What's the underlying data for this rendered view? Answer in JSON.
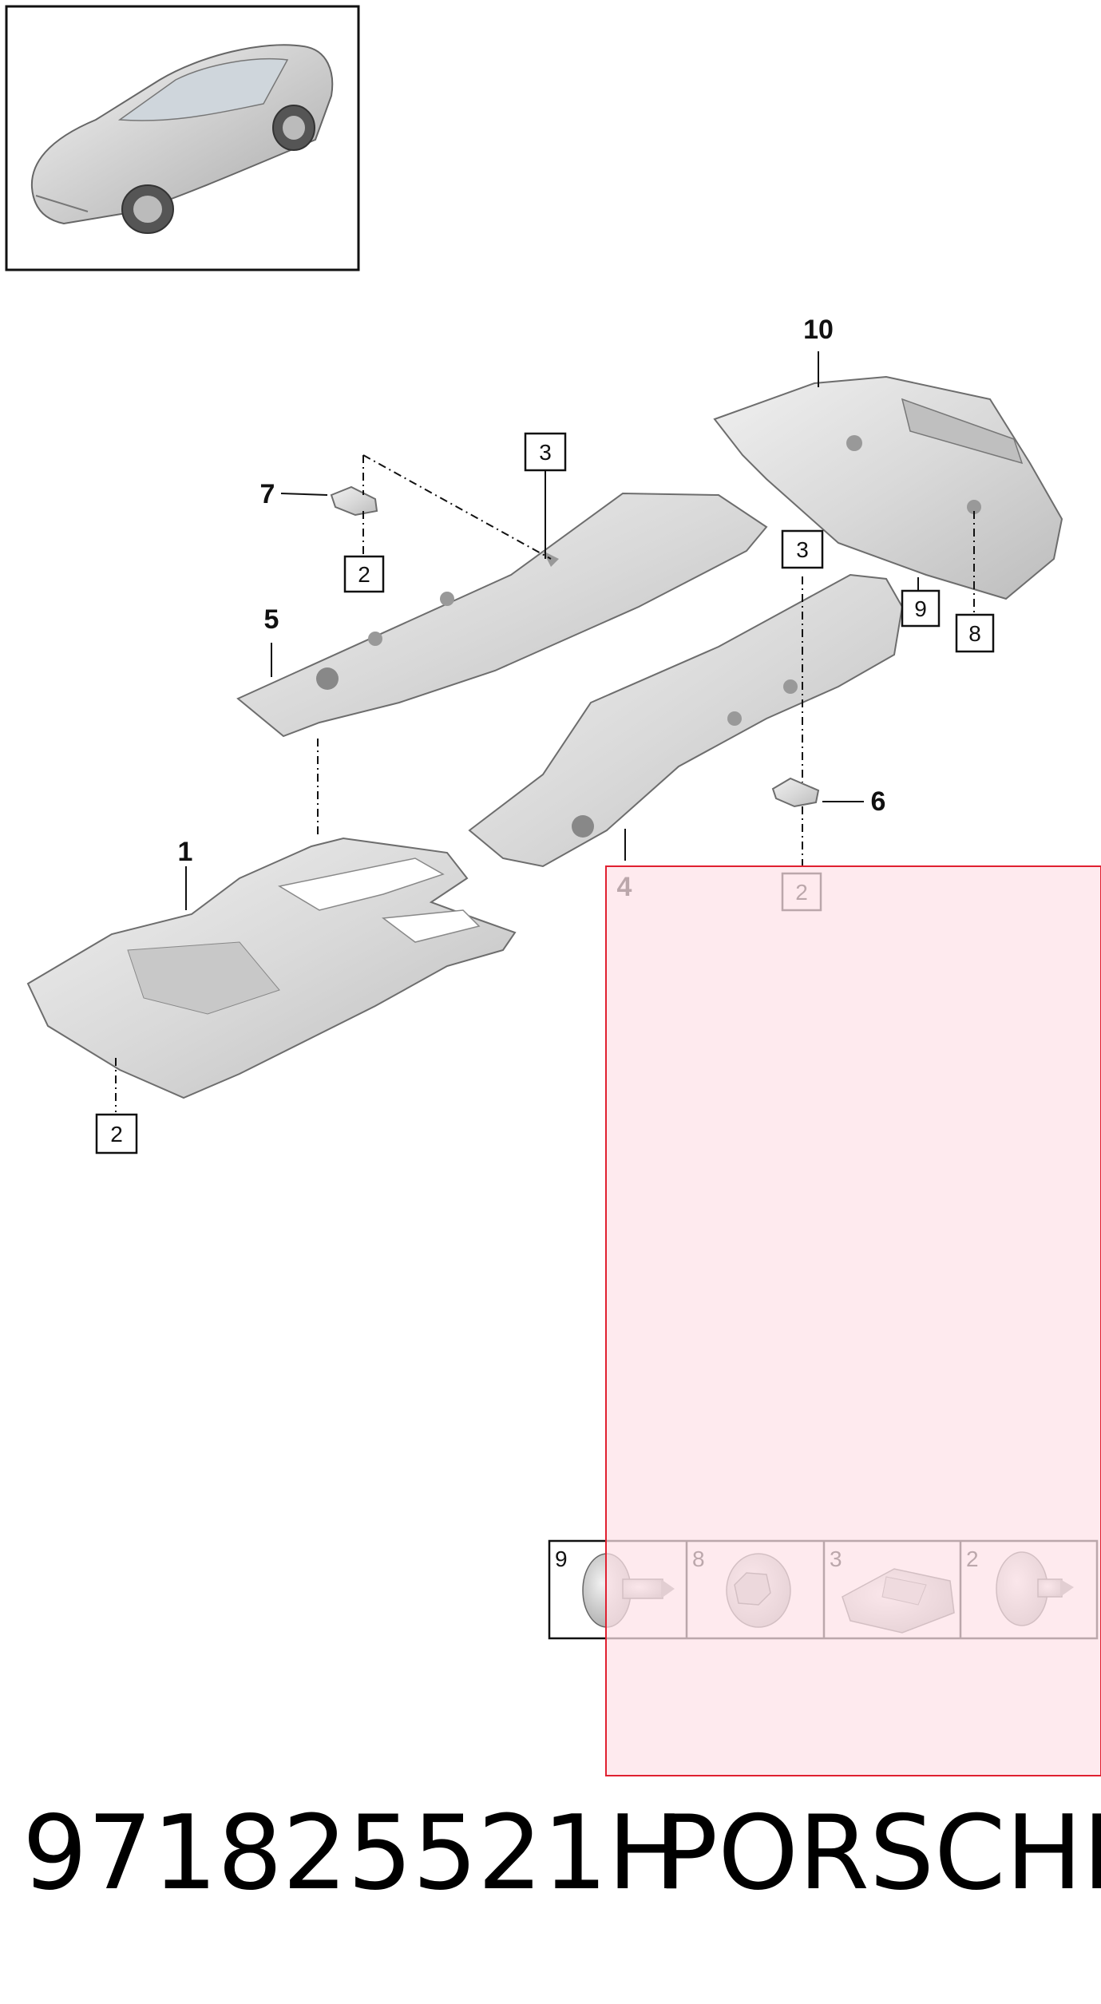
{
  "diagram": {
    "callouts_bold": [
      "10",
      "7",
      "5",
      "6",
      "1",
      "4"
    ],
    "callouts_boxed": [
      "3",
      "2",
      "3",
      "9",
      "8",
      "2",
      "2"
    ],
    "hardware_strip": [
      {
        "number": "9",
        "icon": "screw-icon"
      },
      {
        "number": "8",
        "icon": "nut-icon"
      },
      {
        "number": "3",
        "icon": "clip-icon"
      },
      {
        "number": "2",
        "icon": "rivet-icon"
      }
    ]
  },
  "footer": {
    "part_number": "971825521H",
    "brand": "PORSCHE"
  },
  "colors": {
    "highlight_fill": "#fde2e8",
    "highlight_border": "#e02030",
    "panel_fill": "#d8d8d8",
    "panel_stroke": "#6d6d6d"
  }
}
